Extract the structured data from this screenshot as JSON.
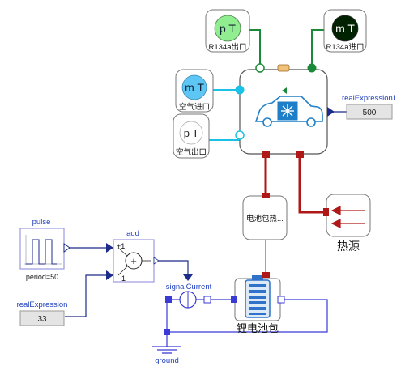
{
  "colors": {
    "blue_label": "#1f3fbf",
    "refrigerant_line": "#1a8a3a",
    "air_line": "#19c2e6",
    "heat_line": "#b01818",
    "signal_line": "#1d2b8a",
    "electric_line": "#3a3ad6",
    "block_border": "#6a6a6a",
    "sensor_dark": "#002200",
    "sensor_green": "#90ee90",
    "sensor_light_blue": "#5ec6f5"
  },
  "blocks": {
    "sensor_r134a_out": {
      "symbol": "p T",
      "label": "R134a出口"
    },
    "sensor_r134a_in": {
      "symbol": "m T",
      "label": "R134a进口"
    },
    "sensor_air_in": {
      "symbol": "m T",
      "label": "空气进口"
    },
    "sensor_air_out": {
      "symbol": "p T",
      "label": "空气出口"
    },
    "real_expression1": {
      "name": "realExpression1",
      "value": "500"
    },
    "battery_heat": {
      "label": "电池包热..."
    },
    "heat_source": {
      "label": "热源"
    },
    "pulse": {
      "name": "pulse",
      "param": "period=50"
    },
    "add": {
      "name": "add",
      "plus_label": "+1",
      "minus_label": "-1",
      "symbol": "+"
    },
    "real_expression": {
      "name": "realExpression",
      "value": "33"
    },
    "signal_current": {
      "name": "signalCurrent"
    },
    "battery_pack": {
      "label": "锂电池包"
    },
    "ground": {
      "name": "ground"
    }
  }
}
